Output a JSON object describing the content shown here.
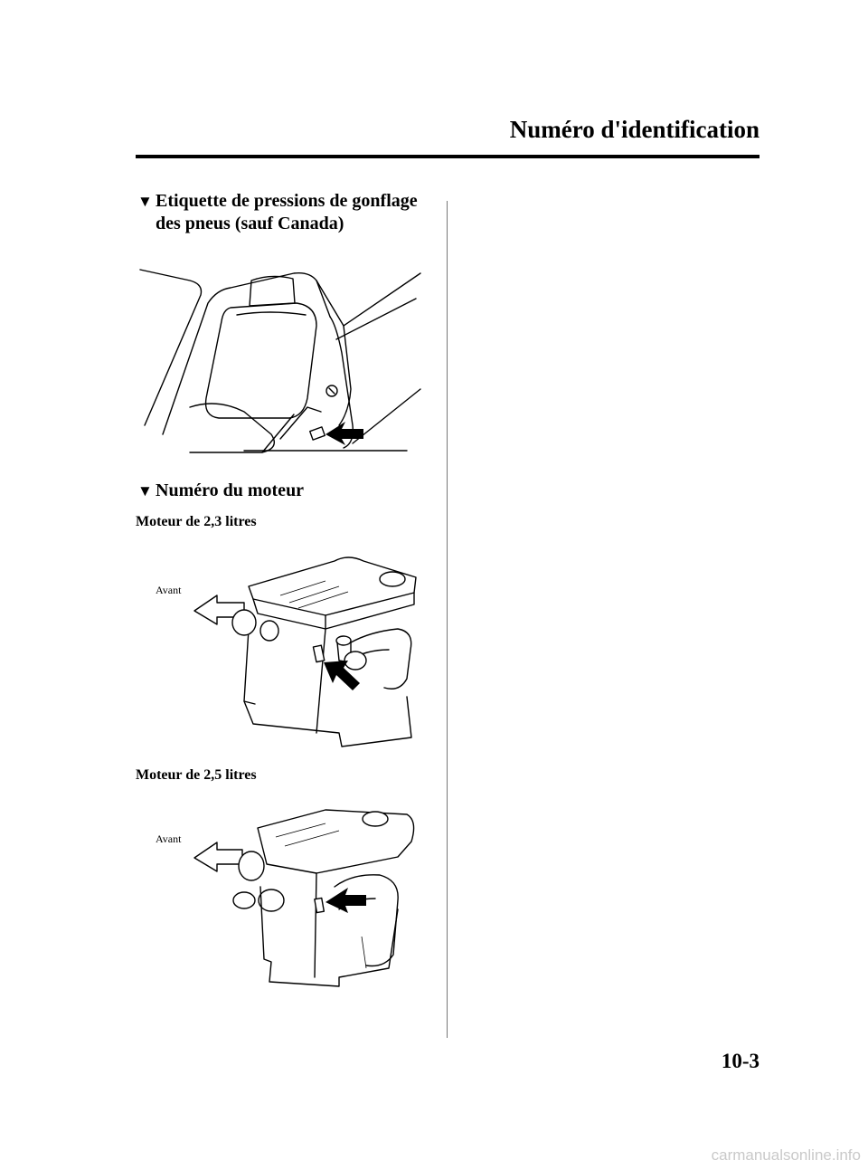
{
  "header": {
    "title": "Numéro d'identification"
  },
  "sections": {
    "tire_label": {
      "marker": "▼",
      "line1": "Etiquette de pressions de gonflage",
      "line2": "des pneus (sauf Canada)"
    },
    "engine_number": {
      "marker": "▼",
      "title": "Numéro du moteur",
      "engine_23": {
        "heading": "Moteur de 2,3 litres",
        "front_label": "Avant"
      },
      "engine_25": {
        "heading": "Moteur de 2,5 litres",
        "front_label": "Avant"
      }
    }
  },
  "footer": {
    "page_number": "10-3"
  },
  "watermark": "carmanualsonline.info",
  "icons": {
    "section_marker": "down-triangle-icon",
    "pointer": "arrow-icon"
  }
}
